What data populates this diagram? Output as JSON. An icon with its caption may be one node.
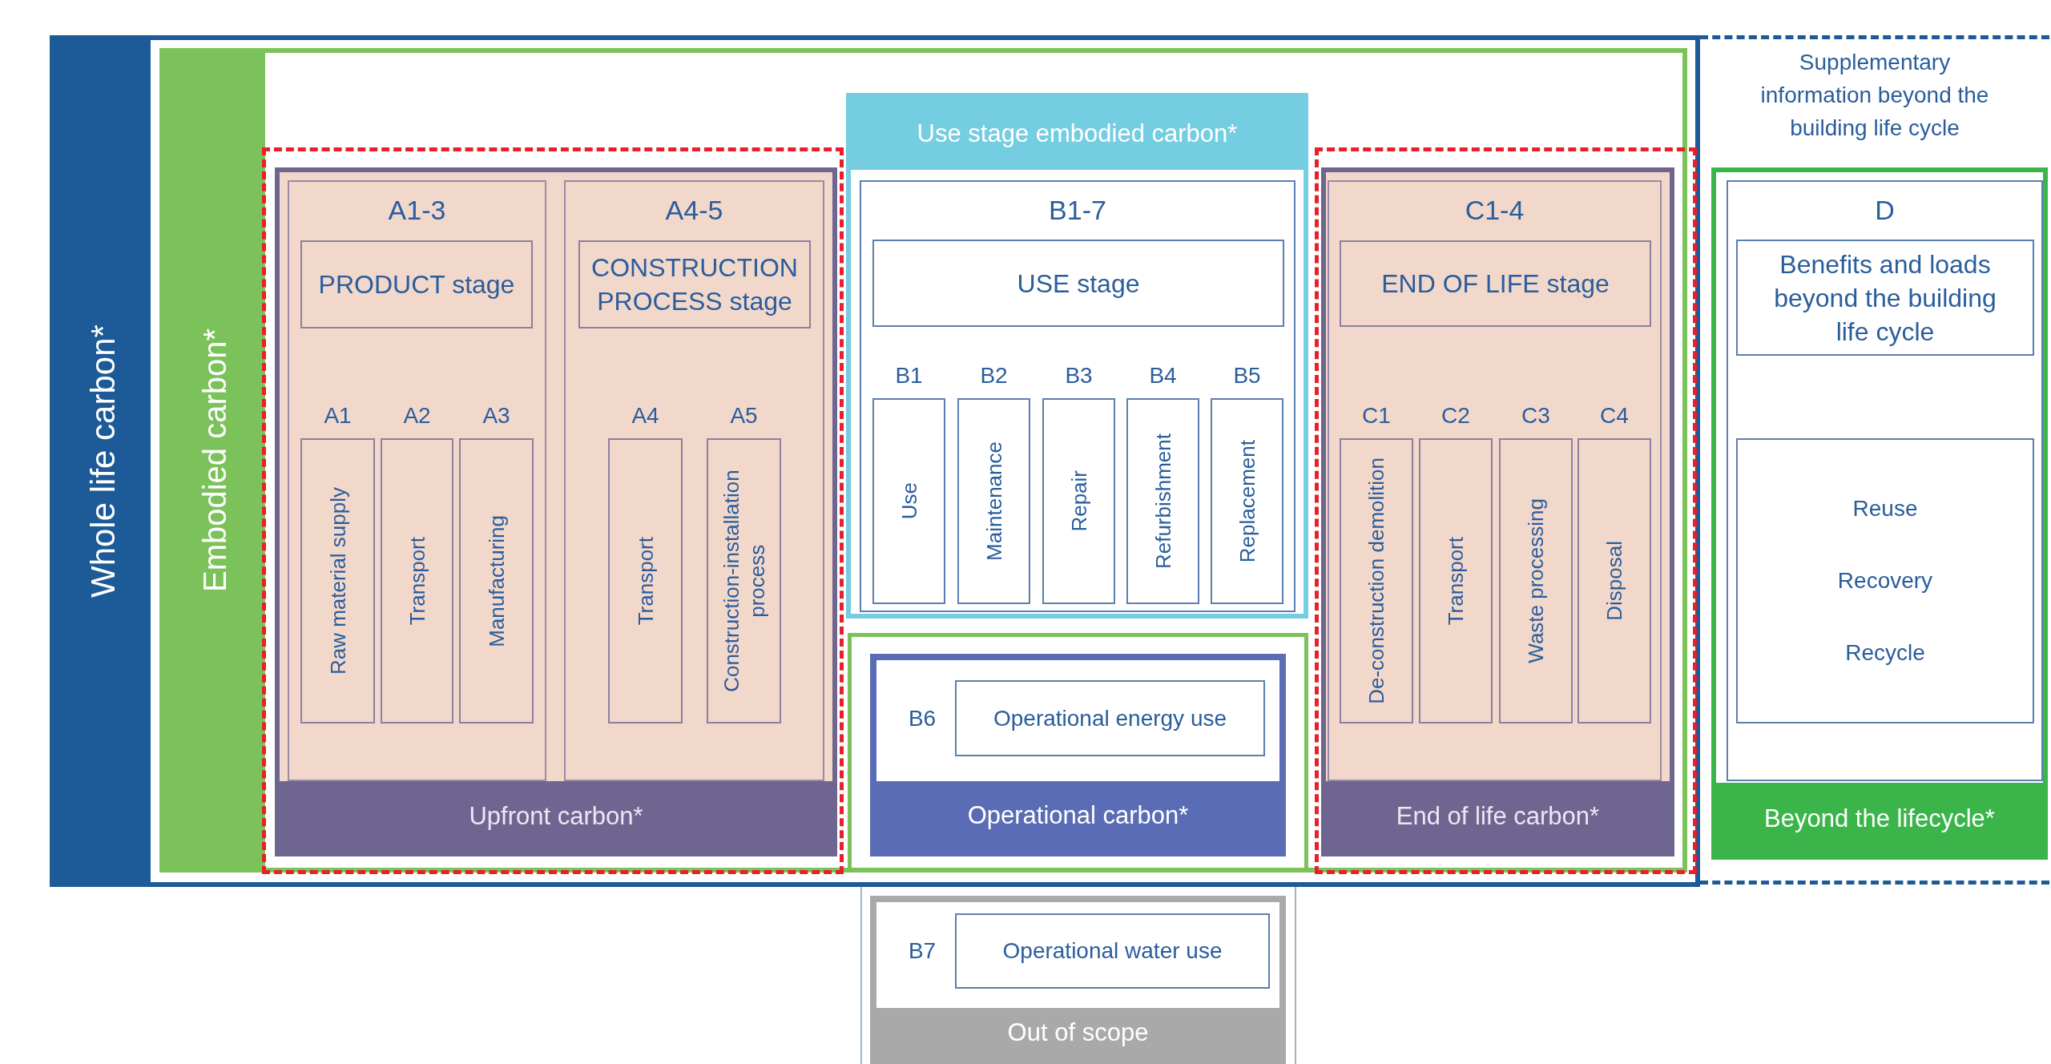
{
  "diagram": {
    "nodes": [
      {
        "text": [
          "Whole life carbon*"
        ]
      },
      {
        "text": [
          "Embodied carbon*"
        ],
        "in": 0
      },
      {
        "text": [],
        "shape": "box",
        "in": 1
      },
      {
        "text": [
          "Upfront carbon*"
        ],
        "in": 2
      },
      {
        "text": [
          "A1-3"
        ],
        "in": 3
      },
      {
        "text": [
          "PRODUCT stage"
        ],
        "in": 4
      },
      {
        "text": [
          "A1",
          "Raw material supply"
        ],
        "in": 4
      },
      {
        "text": [
          "A2",
          "Transport"
        ],
        "in": 4
      },
      {
        "text": [
          "A3",
          "Manufacturing"
        ],
        "in": 4
      },
      {
        "text": [
          "A4-5"
        ],
        "in": 3
      },
      {
        "text": [
          "CONSTRUCTION PROCESS stage"
        ],
        "in": 9
      },
      {
        "text": [
          "A4",
          "Transport"
        ],
        "in": 9
      },
      {
        "text": [
          "A5",
          "Construction-installation process"
        ],
        "in": 9
      },
      {
        "text": [
          "Use stage embodied carbon*"
        ],
        "in": 1
      },
      {
        "text": [
          "B1-7"
        ],
        "in": 13
      },
      {
        "text": [
          "USE stage"
        ],
        "in": 14
      },
      {
        "text": [
          "B1",
          "Use"
        ],
        "in": 14
      },
      {
        "text": [
          "B2",
          "Maintenance"
        ],
        "in": 14
      },
      {
        "text": [
          "B3",
          "Repair"
        ],
        "in": 14
      },
      {
        "text": [
          "B4",
          "Refurbishment"
        ],
        "in": 14
      },
      {
        "text": [
          "B5",
          "Replacement"
        ],
        "in": 14
      },
      {
        "text": [],
        "shape": "box",
        "in": 1
      },
      {
        "text": [
          "Operational carbon*"
        ],
        "in": 21
      },
      {
        "text": [
          "B6",
          "Operational energy use"
        ],
        "in": 22
      },
      {
        "text": [],
        "shape": "box",
        "in": 1
      },
      {
        "text": [
          "End of life carbon*"
        ],
        "in": 24
      },
      {
        "text": [
          "C1-4"
        ],
        "in": 25
      },
      {
        "text": [
          "END OF LIFE stage"
        ],
        "in": 26
      },
      {
        "text": [
          "C1",
          "De-construction demolition"
        ],
        "in": 26
      },
      {
        "text": [
          "C2",
          "Transport"
        ],
        "in": 26
      },
      {
        "text": [
          "C3",
          "Waste processing"
        ],
        "in": 26
      },
      {
        "text": [
          "C4",
          "Disposal"
        ],
        "in": 26
      },
      {
        "text": [
          "Supplementary information beyond the building life cycle"
        ]
      },
      {
        "text": [
          "Beyond the lifecycle*"
        ],
        "in": 32
      },
      {
        "text": [
          "D"
        ],
        "in": 33
      },
      {
        "text": [
          "Benefits and loads beyond the building life cycle"
        ],
        "in": 34
      },
      {
        "text": [
          "Reuse",
          "Recovery",
          "Recycle"
        ],
        "in": 34
      },
      {
        "text": [
          "Out of scope"
        ]
      },
      {
        "text": [
          "B7",
          "Operational water use"
        ],
        "in": 37
      }
    ]
  }
}
